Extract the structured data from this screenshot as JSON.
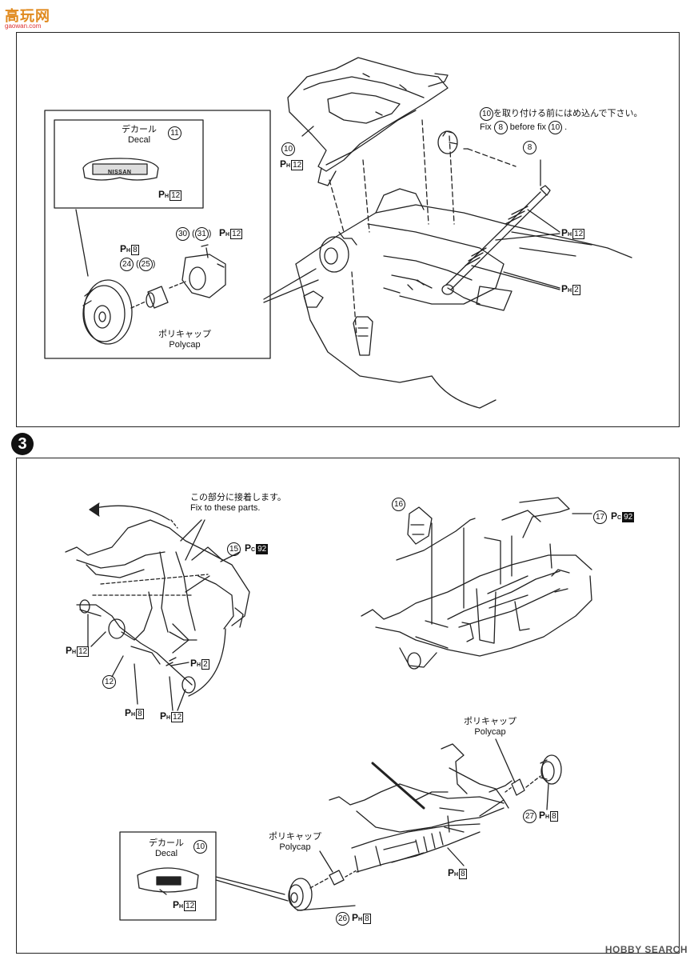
{
  "site_logo": {
    "main": "高玩网",
    "sub": "gaowan.com"
  },
  "step_marker": "3",
  "top_panel": {
    "decal_title_jp": "デカール",
    "decal_title_en": "Decal",
    "decal_num": "11",
    "decal_badge_num": "12",
    "decal_logo_text": "NISSAN",
    "part_30": "30",
    "part_31": "31",
    "part_30_badge": "12",
    "part_24": "24",
    "part_25": "25",
    "part_24_badge": "8",
    "polycap_jp": "ポリキャップ",
    "polycap_en": "Polycap",
    "part_10": "10",
    "part_10_badge": "12",
    "note_jp_tail": "を取り付ける前にはめ込んで下さい。",
    "note_jp_num": "10",
    "note_en_fix": "Fix",
    "note_en_num_a": "8",
    "note_en_before": "before fix",
    "note_en_num_b": "10",
    "part_8": "8",
    "badge_right_1": "12",
    "badge_right_2": "2"
  },
  "bottom_panel": {
    "fix_note_jp": "この部分に接着します。",
    "fix_note_en": "Fix to these parts.",
    "part_15": "15",
    "part_15_badge": "92",
    "badge_left_1": "12",
    "badge_left_2": "2",
    "part_12": "12",
    "badge_left_3": "12",
    "badge_left_4": "8",
    "part_16": "16",
    "part_17": "17",
    "part_17_badge": "92",
    "polycap_jp": "ポリキャップ",
    "polycap_en": "Polycap",
    "part_27": "27",
    "part_27_badge": "8",
    "decal_title_jp": "デカール",
    "decal_title_en": "Decal",
    "decal_num": "10",
    "decal_badge_num": "12",
    "polycap2_jp": "ポリキャップ",
    "polycap2_en": "Polycap",
    "badge_center": "8",
    "part_26": "26",
    "part_26_badge": "8"
  },
  "badge_prefix": {
    "p": "P",
    "h": "H",
    "c": "C"
  },
  "watermark": "HOBBY SEARCH"
}
